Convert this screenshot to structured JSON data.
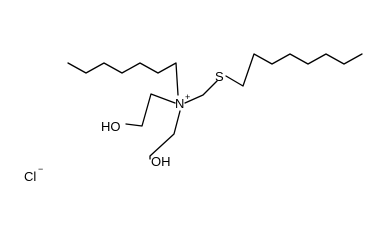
{
  "molecule": {
    "atoms": {
      "nitrogen": "N",
      "nitrogen_charge": "+",
      "sulfur": "S",
      "hydroxyl_1": "HO",
      "hydroxyl_2": "OH",
      "chloride": "Cl",
      "chloride_charge": "−"
    }
  }
}
